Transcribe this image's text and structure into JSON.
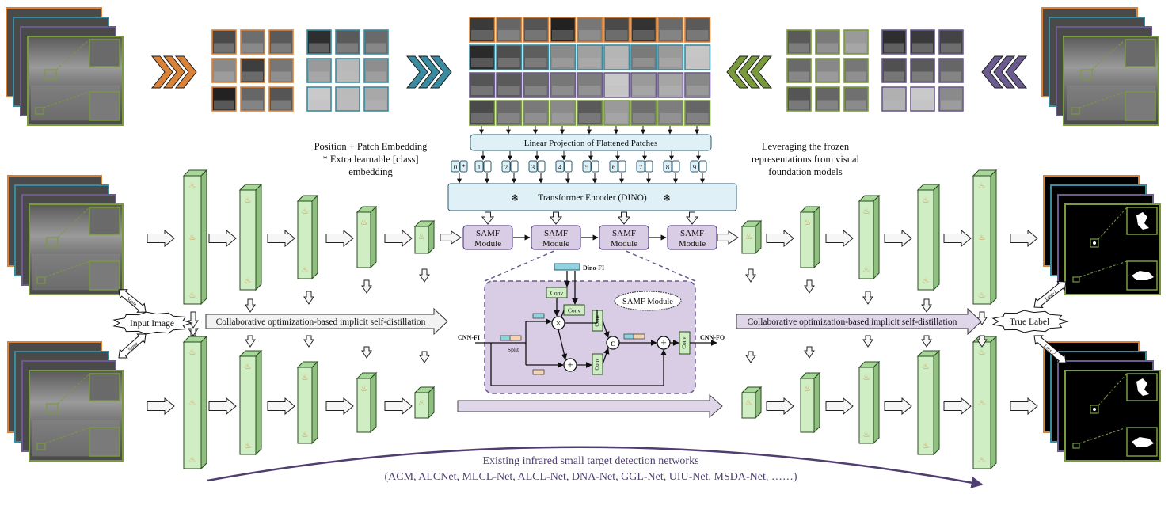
{
  "colors": {
    "orange": "#d9823a",
    "teal": "#3a8aa0",
    "purple": "#6b5b8e",
    "green": "#7a9a3e",
    "block_fill": "#cfeec3",
    "block_stroke": "#2a4a20",
    "samf_fill": "#d9cde6",
    "samf_stroke": "#5e4b85",
    "linear_fill": "#dff1f7",
    "arrow_fill": "#f4f4f4",
    "purple_arrow": "#e0d6ea",
    "curve": "#4f3e70"
  },
  "labels": {
    "pos_embed_1": "Position + Patch Embedding",
    "pos_embed_2": "* Extra learnable [class]",
    "pos_embed_3": "embedding",
    "frozen_1": "Leveraging the frozen",
    "frozen_2": "representations from visual",
    "frozen_3": "foundation models",
    "linear_projection": "Linear Projection of Flattened Patches",
    "transformer": "Transformer Encoder (DINO)",
    "samf_line1": "SAMF",
    "samf_line2": "Module",
    "self_distill": "Collaborative optimization-based implicit self-distillation",
    "input_image": "Input Image",
    "true_label": "True Label",
    "same": "Same",
    "loss1": "Loss-1",
    "loss2": "Loss-2",
    "existing_1": "Existing infrared small target detection networks",
    "existing_2": "(ACM, ALCNet, MLCL-Net, ALCL-Net, DNA-Net, GGL-Net, UIU-Net, MSDA-Net, ……)",
    "samf_detail_title": "SAMF Module",
    "dino_fi": "Dino-FI",
    "cnn_fi": "CNN-FI",
    "cnn_fo": "CNN-FO",
    "split": "Split",
    "conv": "Conv",
    "concat": "C"
  },
  "tokens": [
    "0",
    "1",
    "2",
    "3",
    "4",
    "5",
    "6",
    "7",
    "8",
    "9"
  ],
  "token_star": "*"
}
